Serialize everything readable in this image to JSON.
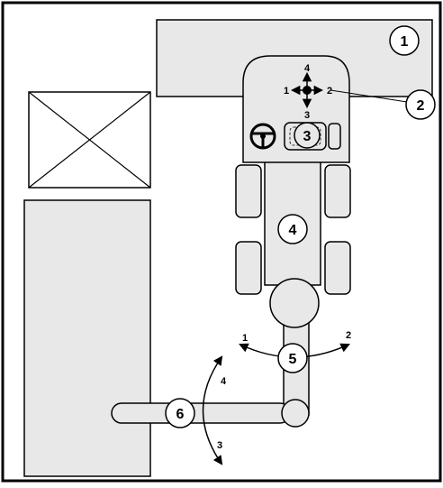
{
  "diagram": {
    "callouts": [
      "1",
      "2",
      "3",
      "4",
      "5",
      "6"
    ],
    "control_directions": [
      "4",
      "1",
      "2",
      "3"
    ],
    "boom_directions": [
      "1",
      "2"
    ],
    "arm_directions": [
      "4",
      "3"
    ]
  },
  "colors": {
    "fill": "#e8e8e8",
    "stroke": "#000000",
    "background": "#ffffff"
  },
  "icons": {
    "steering": "steering-wheel-icon",
    "control": "joystick-cross-icon",
    "storage": "crossed-box-icon"
  }
}
